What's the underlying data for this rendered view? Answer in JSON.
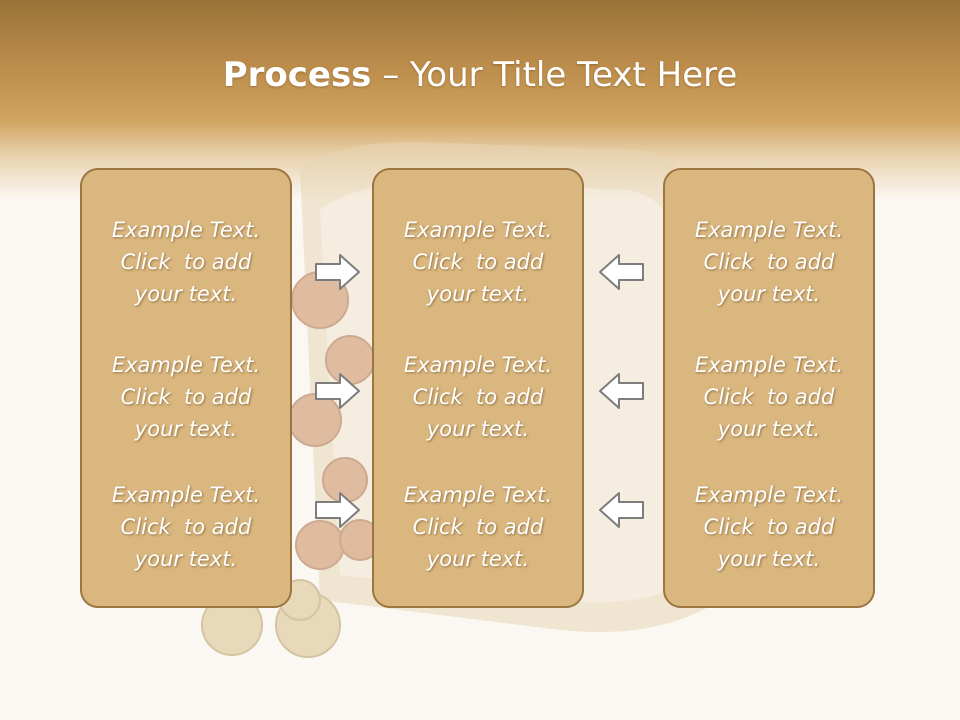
{
  "slide": {
    "title_strong": "Process",
    "title_rest": " – Your Title Text Here",
    "columns": [
      {
        "items": [
          {
            "line1": "Example Text.",
            "line2": "Click  to add",
            "line3": "your text."
          },
          {
            "line1": "Example Text.",
            "line2": "Click  to add",
            "line3": "your text."
          },
          {
            "line1": "Example Text.",
            "line2": "Click  to add",
            "line3": "your text."
          }
        ]
      },
      {
        "items": [
          {
            "line1": "Example Text.",
            "line2": "Click  to add",
            "line3": "your text."
          },
          {
            "line1": "Example Text.",
            "line2": "Click  to add",
            "line3": "your text."
          },
          {
            "line1": "Example Text.",
            "line2": "Click  to add",
            "line3": "your text."
          }
        ]
      },
      {
        "items": [
          {
            "line1": "Example Text.",
            "line2": "Click  to add",
            "line3": "your text."
          },
          {
            "line1": "Example Text.",
            "line2": "Click  to add",
            "line3": "your text."
          },
          {
            "line1": "Example Text.",
            "line2": "Click  to add",
            "line3": "your text."
          }
        ]
      }
    ],
    "arrow_icons": [
      "arrow-right-icon",
      "arrow-left-icon"
    ]
  },
  "colors": {
    "header": "#b98a49",
    "box_fill": "#dab77f",
    "box_border": "#9b7640",
    "text": "#ffffff"
  }
}
